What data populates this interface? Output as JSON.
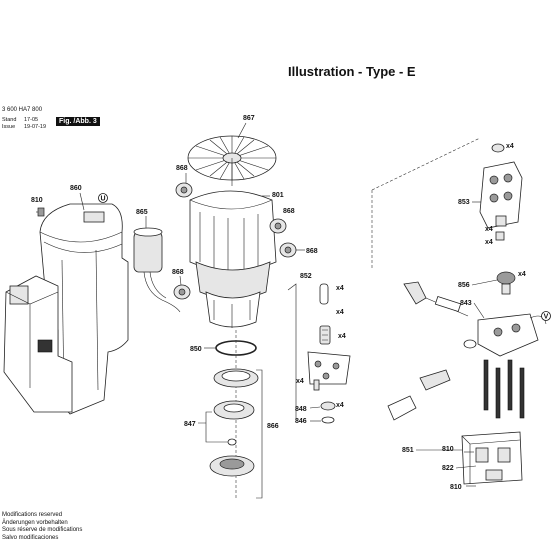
{
  "title": "Illustration - Type - E",
  "doc_number": "3 600 HA7 800",
  "stand": {
    "labels": [
      "Stand",
      "Issue"
    ],
    "date_handwritten": "17-05",
    "date": "19-07-19"
  },
  "figure_label": "Fig. /Abb. 3",
  "modifications": [
    "Modifications reserved",
    "Änderungen vorbehalten",
    "Sous réserve de modifications",
    "Salvo modificaciones"
  ],
  "part_numbers": {
    "p810a": "810",
    "p860": "860",
    "p865": "865",
    "p867": "867",
    "p868a": "868",
    "p801": "801",
    "p868b": "868",
    "p868c": "868",
    "p868d": "868",
    "p850": "850",
    "p852": "852",
    "p847": "847",
    "p866": "866",
    "p848": "848",
    "p846": "846",
    "p853": "853",
    "p856": "856",
    "p843": "843",
    "p851": "851",
    "p810b": "810",
    "p822": "822",
    "p810c": "810"
  },
  "quantities": {
    "q852": "x4",
    "q_spring": "x4",
    "q_valves": "x4",
    "q848": "x4",
    "q846": "x4",
    "q853_top": "x4",
    "q853_mid": "x4",
    "q853_bot": "x4",
    "q856": "x4"
  },
  "tags": {
    "u_marker": "U",
    "v_marker": "V"
  }
}
